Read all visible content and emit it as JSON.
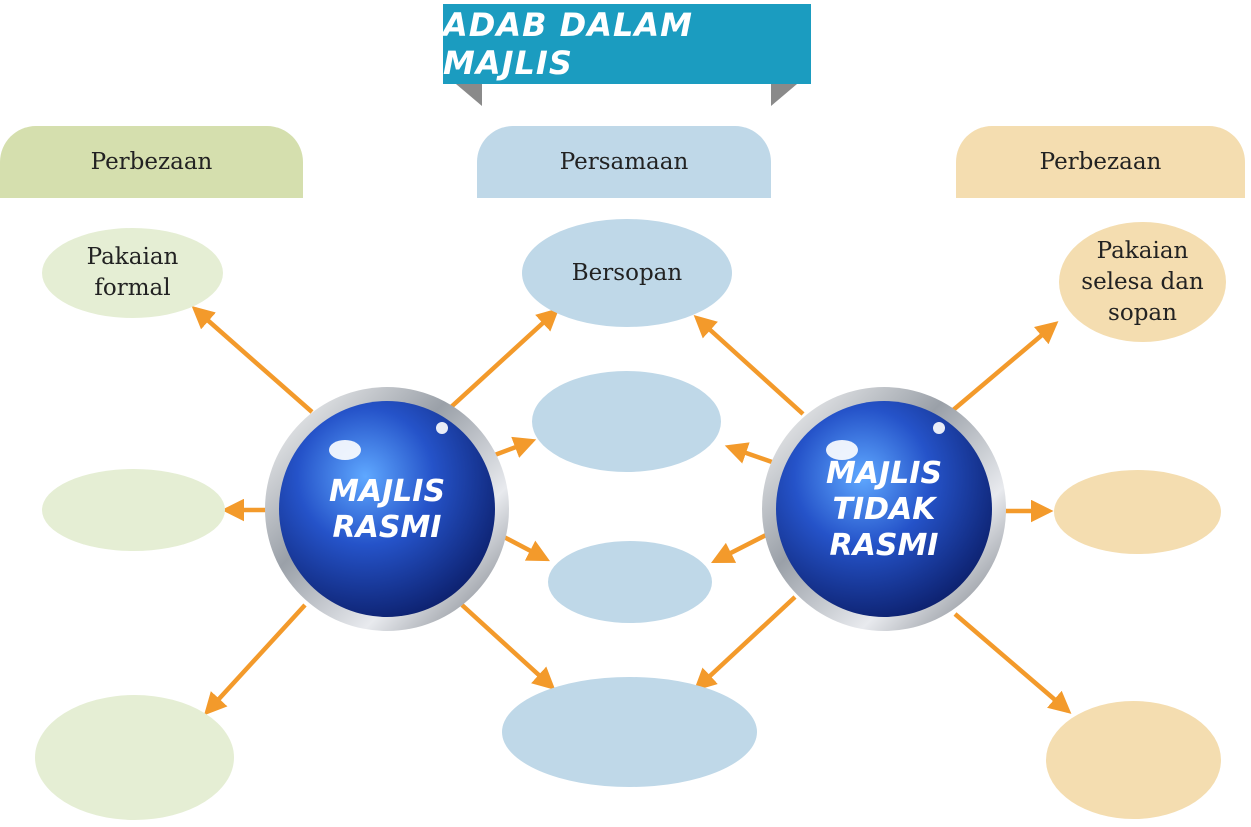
{
  "title": "ADAB DALAM MAJLIS",
  "headers": {
    "left": "Perbezaan",
    "middle": "Persamaan",
    "right": "Perbezaan"
  },
  "centers": {
    "left": [
      "MAJLIS",
      "RASMI"
    ],
    "right": [
      "MAJLIS",
      "TIDAK",
      "RASMI"
    ]
  },
  "left_ovals": [
    [
      "Pakaian",
      "formal"
    ],
    [],
    []
  ],
  "middle_ovals": [
    [
      "Bersopan"
    ],
    [],
    [],
    []
  ],
  "right_ovals": [
    [
      "Pakaian",
      "selesa dan",
      "sopan"
    ],
    [],
    []
  ],
  "colors": {
    "banner": "#1b9cc0",
    "arrow": "#f39a2b",
    "green_header": "#d5dfae",
    "green_oval": "#e5eed4",
    "blue": "#bfd8e8",
    "tan": "#f4ddb0",
    "sphere": "#1f49b8"
  }
}
